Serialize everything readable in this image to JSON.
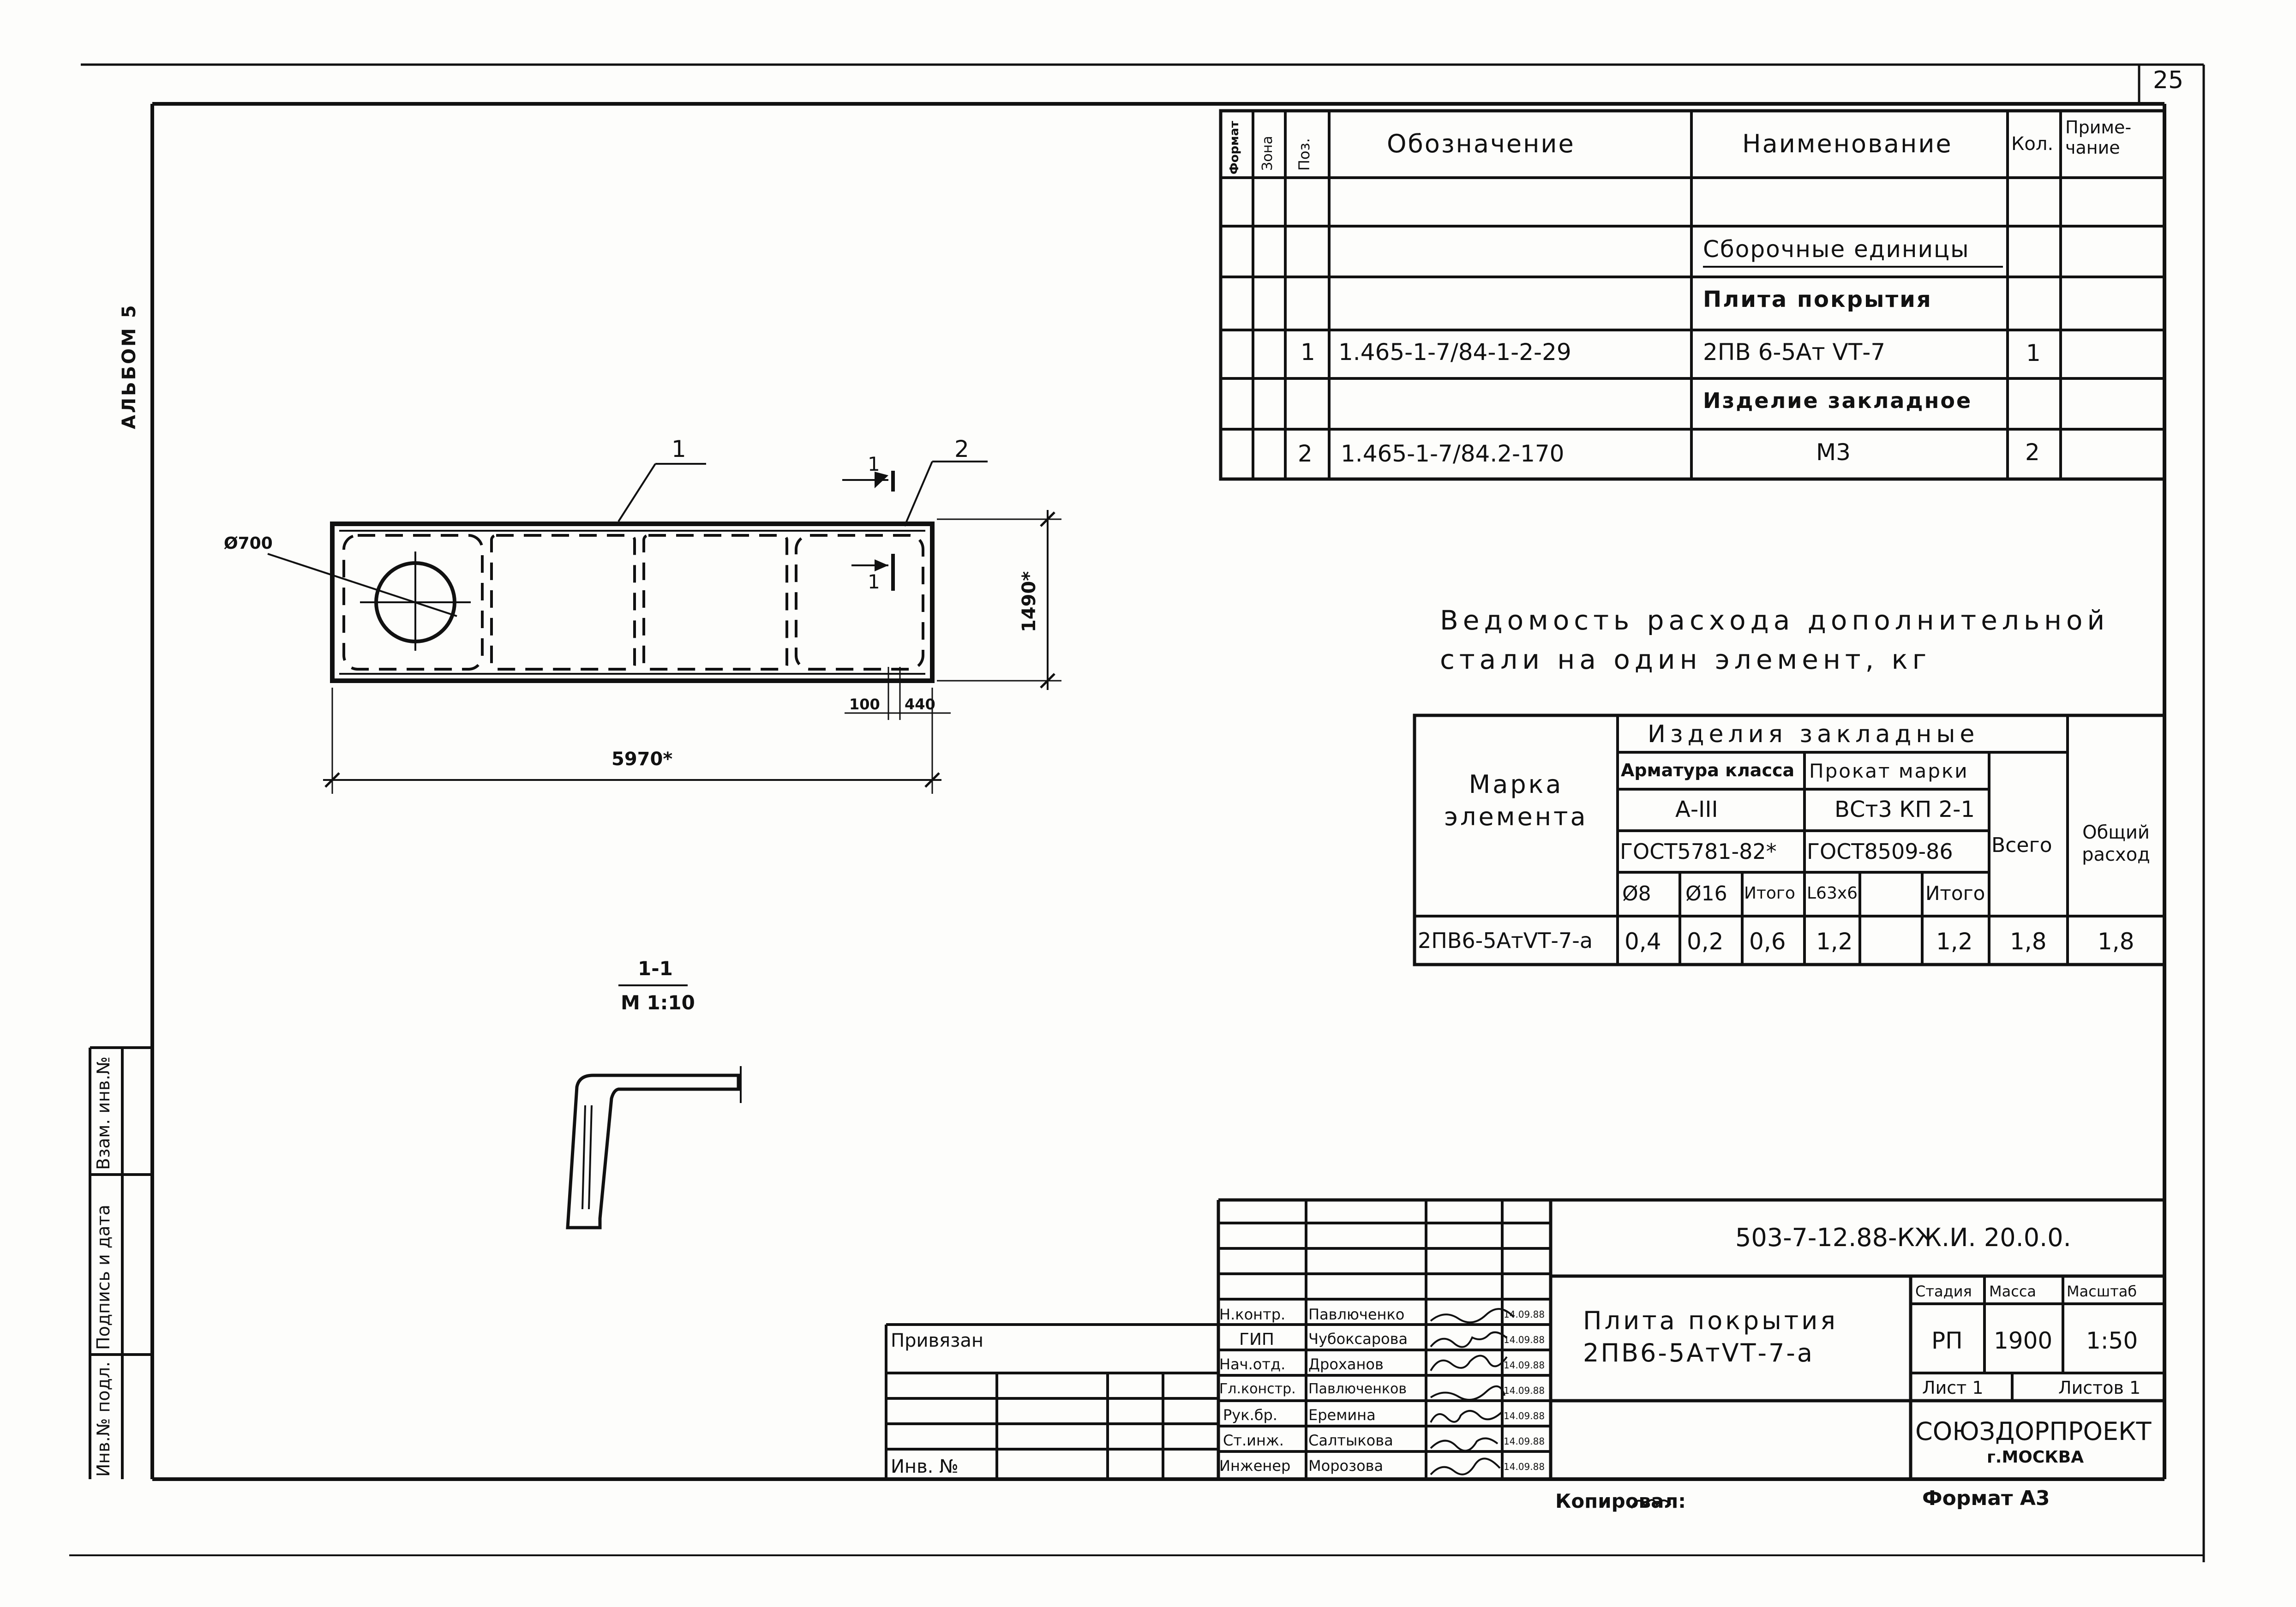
{
  "page_number": "25",
  "album_label": "АЛЬБОМ 5",
  "left_stamp": [
    "Инв.№ подл.",
    "Подпись и дата",
    "Взам. инв.№"
  ],
  "spec_table": {
    "headers": {
      "format": "Формат",
      "zone": "Зона",
      "pos": "Поз.",
      "designation": "Обозначение",
      "name": "Наименование",
      "qty": "Кол.",
      "note": "Приме-чание"
    },
    "rows": [
      {
        "pos": "",
        "designation": "",
        "name": "",
        "qty": ""
      },
      {
        "pos": "",
        "designation": "",
        "name": "Сборочные единицы",
        "qty": ""
      },
      {
        "pos": "",
        "designation": "",
        "name": "Плита покрытия",
        "qty": ""
      },
      {
        "pos": "1",
        "designation": "1.465-1-7/84-1-2-29",
        "name": "2ПВ 6-5Ат VТ-7",
        "qty": "1"
      },
      {
        "pos": "",
        "designation": "",
        "name": "Изделие закладное",
        "qty": ""
      },
      {
        "pos": "2",
        "designation": "1.465-1-7/84.2-170",
        "name": "М3",
        "qty": "2"
      }
    ]
  },
  "drawing": {
    "callout_1": "1",
    "callout_2": "2",
    "section_mark": "1",
    "hole_label": "Ø700",
    "dim_length": "5970*",
    "dim_width": "1490*",
    "dim_100": "100",
    "dim_440": "440",
    "section_title": "1-1",
    "section_scale": "М 1:10"
  },
  "steel_title": [
    "Ведомость расхода дополнительной",
    "стали на один элемент, кг"
  ],
  "steel_table": {
    "mark_header": "Марка элемента",
    "group_header": "Изделия закладные",
    "rebar_class": "Арматура класса",
    "rebar_grade": "А-III",
    "rebar_gost": "ГОСТ5781-82*",
    "rolled_mark": "Прокат марки",
    "rolled_grade": "ВСт3 КП 2-1",
    "rolled_gost": "ГОСТ8509-86",
    "total_header": "Всего",
    "overall_header": "Общий расход",
    "sub": [
      "Ø8",
      "Ø16",
      "Итого",
      "L63x6",
      "",
      "Итого"
    ],
    "row": {
      "mark": "2ПВ6-5АтVТ-7-а",
      "values": [
        "0,4",
        "0,2",
        "0,6",
        "1,2",
        "",
        "1,2",
        "1,8",
        "1,8"
      ]
    }
  },
  "title_block": {
    "doc_code": "503-7-12.88-КЖ.И. 20.0.0.",
    "title": [
      "Плита покрытия",
      "2ПВ6-5АтVТ-7-а"
    ],
    "stage_header": "Стадия",
    "mass_header": "Масса",
    "scale_header": "Масштаб",
    "stage": "РП",
    "mass": "1900",
    "scale": "1:50",
    "sheet": "Лист 1",
    "sheets": "Листов 1",
    "org": "СОЮЗДОРПРОЕКТ",
    "city": "г.МОСКВА",
    "bound": "Привязан",
    "inv": "Инв. №",
    "signers": [
      {
        "role": "Н.контр.",
        "name": "Павлюченко",
        "date": "14.09.88"
      },
      {
        "role": "ГИП",
        "name": "Чубоксарова",
        "date": "14.09.88"
      },
      {
        "role": "Нач.отд.",
        "name": "Дроханов",
        "date": "14.09.88"
      },
      {
        "role": "Гл.констр.",
        "name": "Павлюченков",
        "date": "14.09.88"
      },
      {
        "role": "Рук.бр.",
        "name": "Еремина",
        "date": "14.09.88"
      },
      {
        "role": "Ст.инж.",
        "name": "Салтыкова",
        "date": "14.09.88"
      },
      {
        "role": "Инженер",
        "name": "Морозова",
        "date": "14.09.88"
      }
    ]
  },
  "copied": "Копировал:",
  "format": "Формат А3"
}
